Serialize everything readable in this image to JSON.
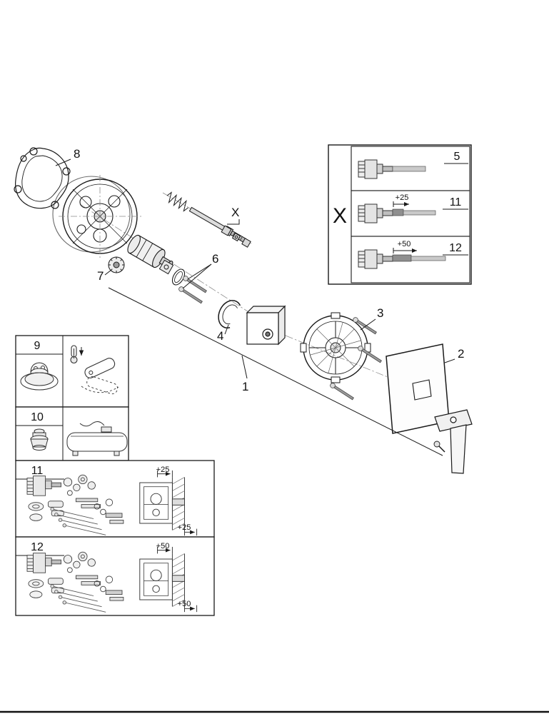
{
  "figure": {
    "callouts": {
      "p1": "1",
      "p2": "2",
      "p3": "3",
      "p4": "4",
      "p6": "6",
      "p7": "7",
      "p8": "8",
      "x": "X"
    },
    "x_panel": {
      "label": "X",
      "rows": [
        {
          "num": "5"
        },
        {
          "num": "11",
          "offset": "+25"
        },
        {
          "num": "12",
          "offset": "+50"
        }
      ]
    },
    "panels": {
      "p9": {
        "num": "9"
      },
      "p10": {
        "num": "10"
      },
      "p11": {
        "num": "11",
        "offset_top": "+25",
        "offset_bottom": "+25"
      },
      "p12": {
        "num": "12",
        "offset_top": "+50",
        "offset_bottom": "+50"
      }
    },
    "colors": {
      "line": "#1a1a1a",
      "shaft_gray": "#c9c9c9",
      "extension_gray": "#8f8f8f"
    }
  }
}
